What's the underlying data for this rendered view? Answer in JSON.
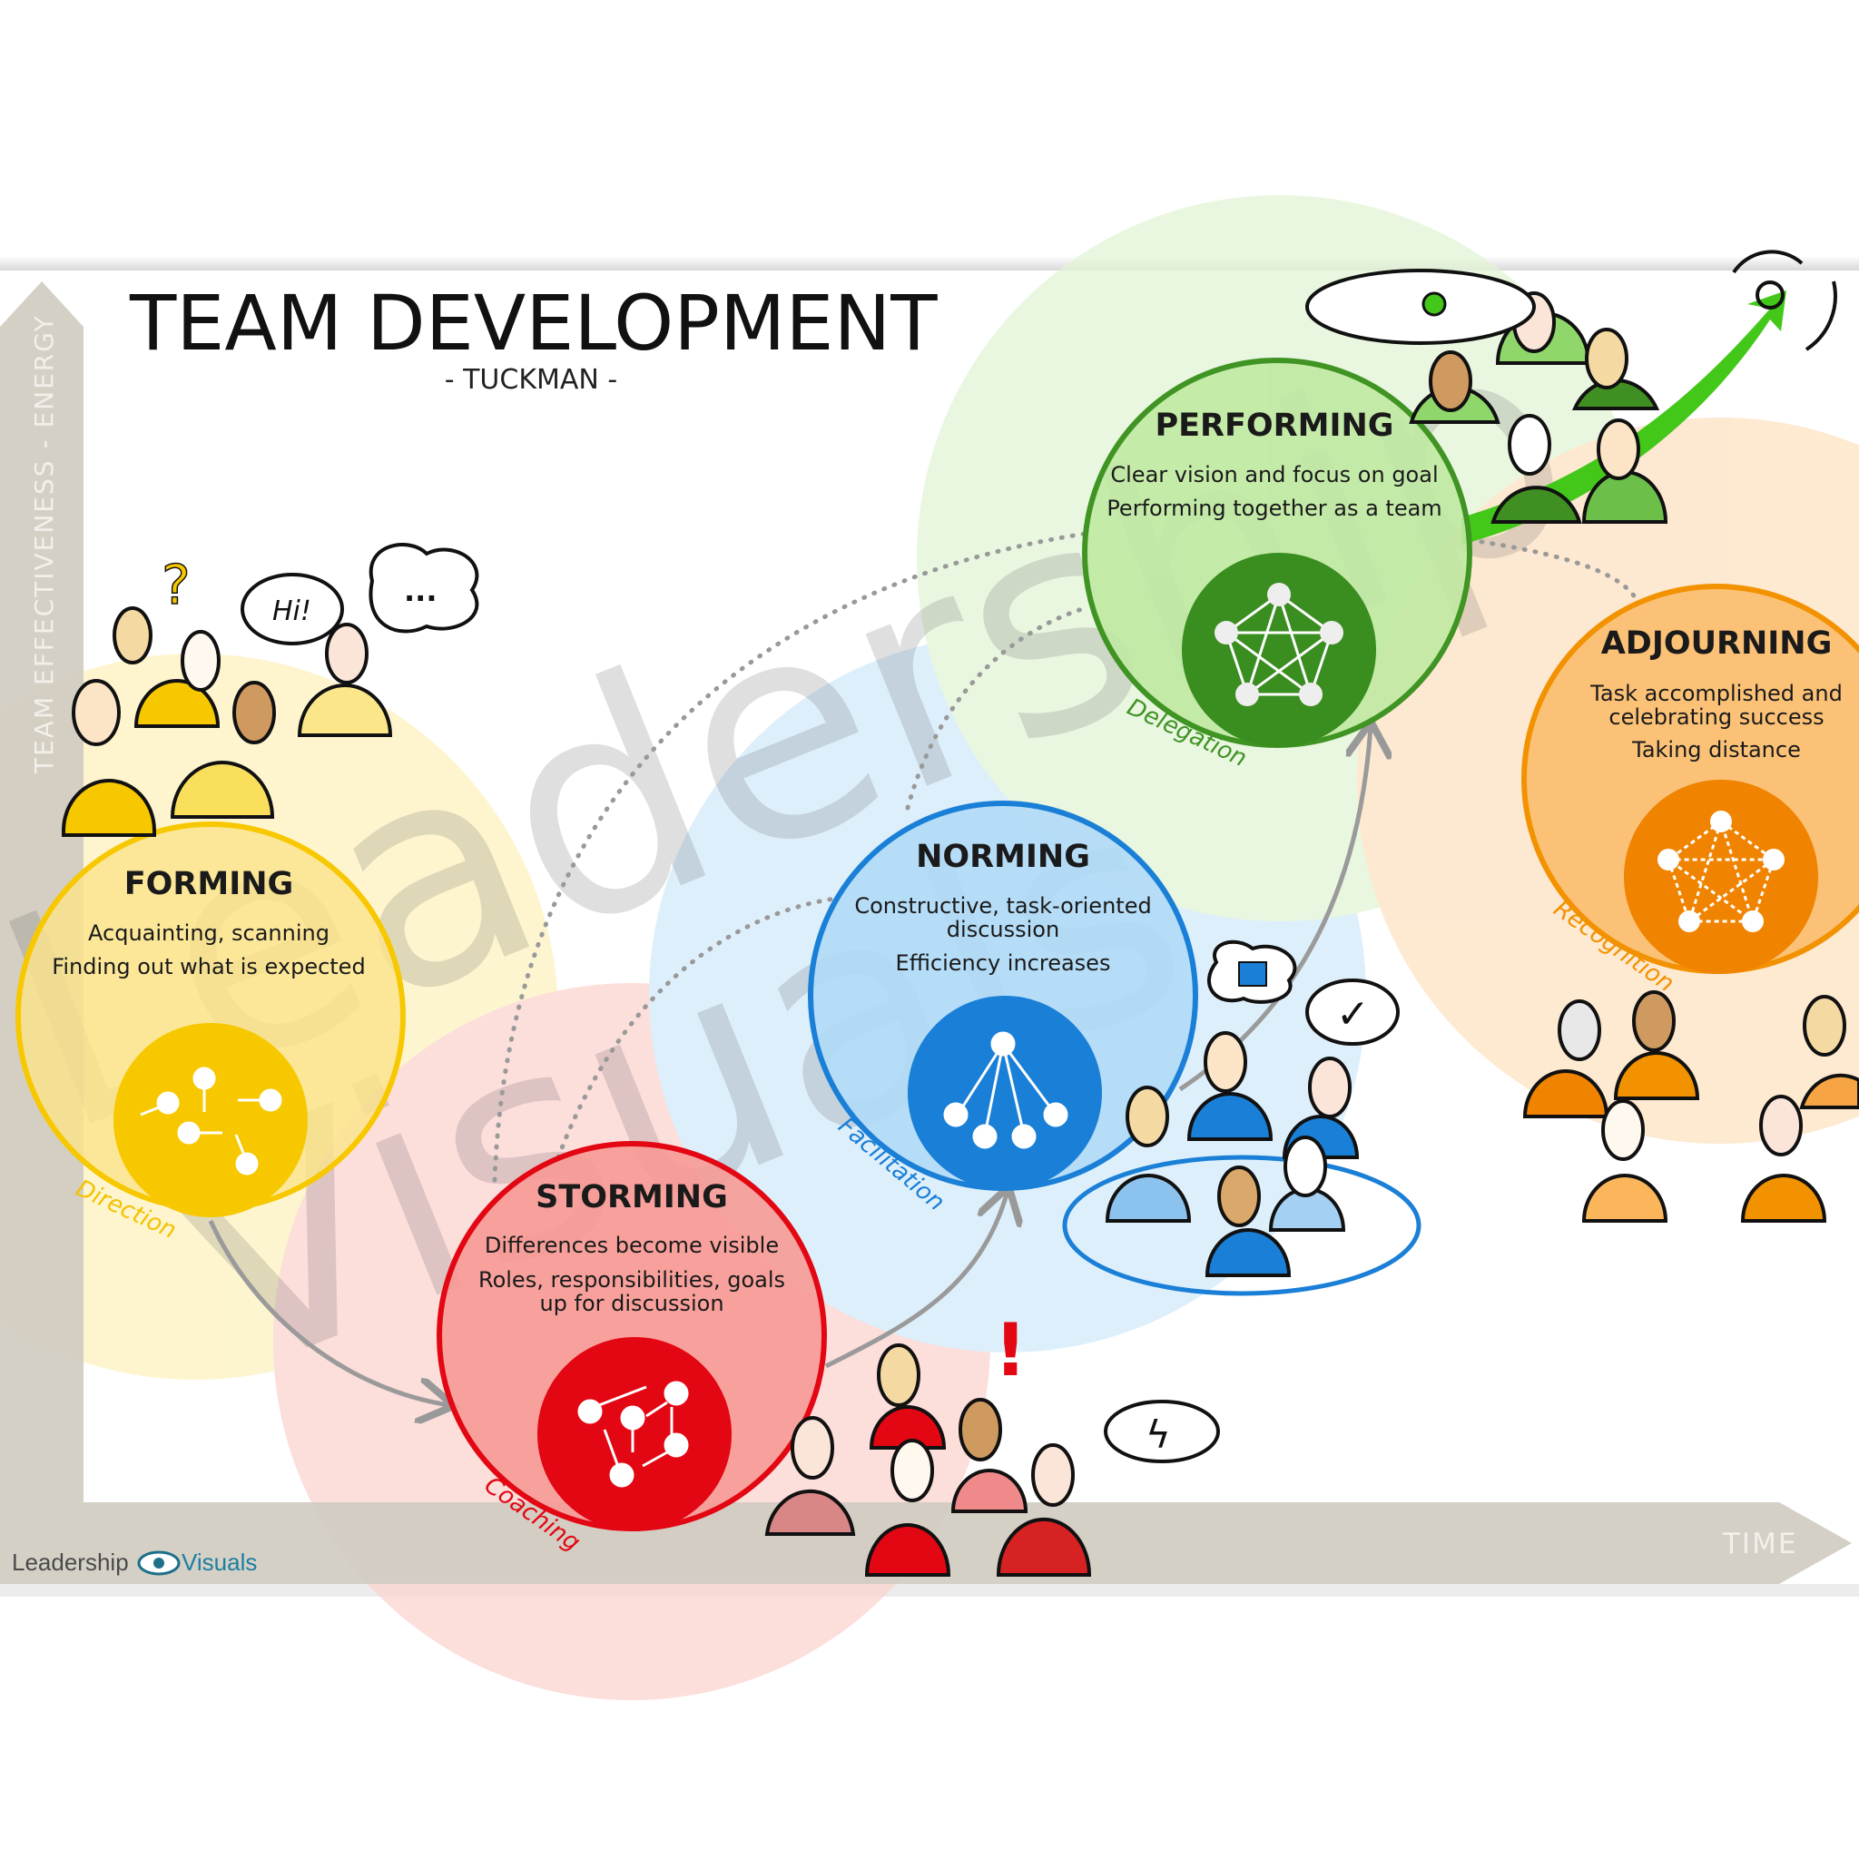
{
  "header": {
    "title": "TEAM DEVELOPMENT",
    "subtitle": "- TUCKMAN -"
  },
  "axes": {
    "y_label": "TEAM EFFECTIVENESS - ENERGY",
    "x_label": "TIME"
  },
  "logo": {
    "left": "Leadership",
    "right": "Visuals"
  },
  "watermark": "Leadership Visuals",
  "stages": [
    {
      "name": "FORMING",
      "lines": [
        "Acquainting, scanning",
        "Finding out what is expected"
      ],
      "style": "Direction",
      "color": "#f7c800"
    },
    {
      "name": "STORMING",
      "lines": [
        "Differences become visible",
        "Roles, responsibilities, goals",
        "up for discussion"
      ],
      "style": "Coaching",
      "color": "#e30613"
    },
    {
      "name": "NORMING",
      "lines": [
        "Constructive, task-oriented",
        "discussion",
        "Efficiency increases"
      ],
      "style": "Facilitation",
      "color": "#1a7fd6"
    },
    {
      "name": "PERFORMING",
      "lines": [
        "Clear vision and focus on goal",
        "Performing together as a team"
      ],
      "style": "Delegation",
      "color": "#3f9423"
    },
    {
      "name": "ADJOURNING",
      "lines": [
        "Task accomplished and",
        "celebrating success",
        "Taking distance"
      ],
      "style": "Recognition",
      "color": "#f39200"
    }
  ],
  "bubbles": {
    "greeting": "Hi!",
    "question": "?",
    "thinking": "...",
    "check": "✓",
    "lightning": "ϟ",
    "alert": "!"
  }
}
